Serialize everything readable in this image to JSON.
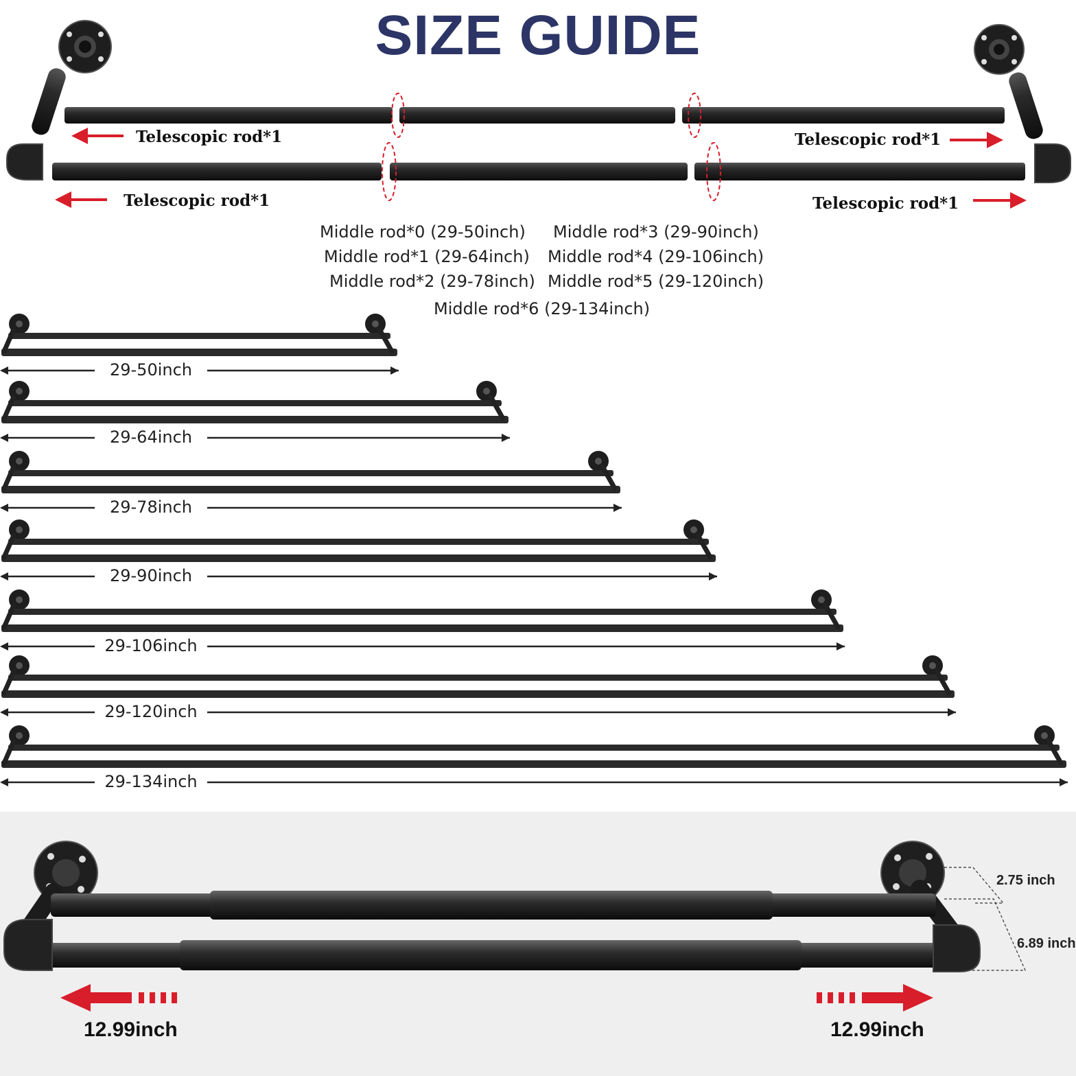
{
  "title": "SIZE GUIDE",
  "telescopic": [
    "Telescopic rod*1",
    "Telescopic rod*1",
    "Telescopic rod*1",
    "Telescopic rod*1"
  ],
  "middle_rods": [
    "Middle rod*0 (29-50inch)",
    "Middle rod*3 (29-90inch)",
    "Middle rod*1 (29-64inch)",
    "Middle rod*4 (29-106inch)",
    "Middle rod*2 (29-78inch)",
    "Middle rod*5 (29-120inch)",
    "Middle rod*6 (29-134inch)"
  ],
  "sizes": [
    {
      "label": "29-50inch",
      "max_inch": 50
    },
    {
      "label": "29-64inch",
      "max_inch": 64
    },
    {
      "label": "29-78inch",
      "max_inch": 78
    },
    {
      "label": "29-90inch",
      "max_inch": 90
    },
    {
      "label": "29-106inch",
      "max_inch": 106
    },
    {
      "label": "29-120inch",
      "max_inch": 120
    },
    {
      "label": "29-134inch",
      "max_inch": 134
    }
  ],
  "dimensions": {
    "flange_depth": "2.75 inch",
    "rack_depth": "6.89 inch",
    "left_extension": "12.99inch",
    "right_extension": "12.99inch"
  },
  "colors": {
    "title": "#2c3566",
    "arrow": "#d81e2a",
    "rod": "#1c1c1c"
  }
}
